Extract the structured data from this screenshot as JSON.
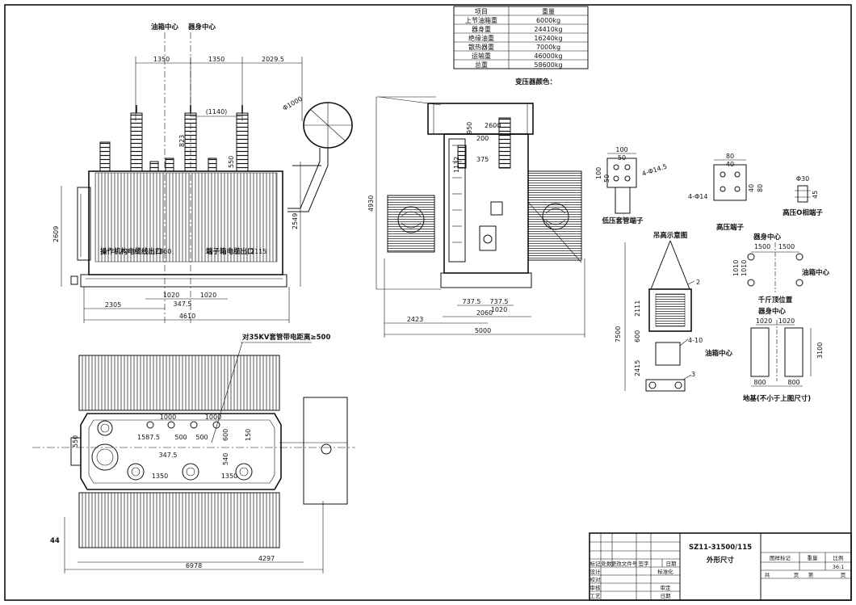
{
  "weight_table": {
    "header": [
      "项目",
      "重量"
    ],
    "rows": [
      [
        "上节油箱重",
        "6000kg"
      ],
      [
        "器身重",
        "24410kg"
      ],
      [
        "绝缘油重",
        "16240kg"
      ],
      [
        "散热器重",
        "7000kg"
      ],
      [
        "运输重",
        "46000kg"
      ],
      [
        "总重",
        "58600kg"
      ]
    ]
  },
  "note_color": "变压器颜色：",
  "front_view": {
    "label_tap_center": "油箱中心",
    "label_body_center": "器身中心",
    "dims_top": [
      "1350",
      "1350",
      "2029.5"
    ],
    "dim_1140": "(1140)",
    "dim_phi1000": "Φ1000",
    "dim_823": "823",
    "dim_550": "550",
    "dim_2549": "2549",
    "dim_2609": "2609",
    "label_mech": "操作机构电缆线出口",
    "dim_2860": "2860",
    "label_terminal": "端子箱电缆出口",
    "dim_2115": "2115",
    "dims_bottom": [
      "1020",
      "1020"
    ],
    "dim_347_5": "347.5",
    "dim_2305": "2305",
    "dim_4610": "4610"
  },
  "side_view": {
    "dim_2600": "2600",
    "dim_200": "200",
    "dim_950": "950",
    "dim_375": "375",
    "dim_1132": "1132",
    "dim_4930": "4930",
    "dims_737": [
      "737.5",
      "737.5"
    ],
    "dim_1020": "1020",
    "dim_2060": "2060",
    "dim_2423": "2423",
    "dim_5000": "5000"
  },
  "terminals": {
    "lv_title": "低压套管端子",
    "lv_dims": [
      "100",
      "50",
      "100",
      "50"
    ],
    "lv_hole": "4-Φ14.5",
    "hv_title": "高压端子",
    "hv_dims": [
      "80",
      "40",
      "40",
      "80"
    ],
    "hv_hole": "4-Φ14",
    "hv0_title": "高压O相端子",
    "hv0_dims": [
      "Φ30",
      "45"
    ]
  },
  "lift_view": {
    "title": "吊高示意图",
    "marks": [
      "2",
      "4-10",
      "3"
    ],
    "dims": [
      "2111",
      "600",
      "7500",
      "2415"
    ]
  },
  "jack_view": {
    "label_body": "器身中心",
    "dims": [
      "1500",
      "1500"
    ],
    "dims_v": [
      "1010",
      "1010"
    ],
    "label_tap": "油箱中心",
    "title": "千斤顶位置"
  },
  "foundation_view": {
    "label_body": "器身中心",
    "dims_top": [
      "1020",
      "1020"
    ],
    "label_tap": "油箱中心",
    "dim_3100": "3100",
    "dims_bottom": [
      "800",
      "800"
    ],
    "title": "地基(不小于上图尺寸)"
  },
  "plan_view": {
    "note": "对35KV套管带电距离≥500",
    "dim_550": "550",
    "dims_1000": [
      "1000",
      "1000"
    ],
    "dims_500": [
      "500",
      "500"
    ],
    "dim_1587_5": "1587.5",
    "dim_347_5": "347.5",
    "dim_600": "600",
    "dim_150": "150",
    "dim_540": "540",
    "dims_1350": [
      "1350",
      "1350"
    ],
    "dim_4297": "4297",
    "dim_6978": "6978"
  },
  "page_number": "44",
  "title_block": {
    "model": "SZ11-31500/115",
    "drawing_name": "外形尺寸",
    "rev_headers": [
      "标记",
      "处数",
      "更改文件号",
      "签字",
      "日期"
    ],
    "role_labels": [
      "设计",
      "校对",
      "审核",
      "工艺"
    ],
    "sign_labels": [
      "标准化",
      "审定",
      "日期"
    ],
    "stage_headers": [
      "图样标记",
      "重量",
      "比例"
    ],
    "scale": "36:1",
    "sheet_labels": [
      "共",
      "页",
      "第",
      "页"
    ]
  }
}
